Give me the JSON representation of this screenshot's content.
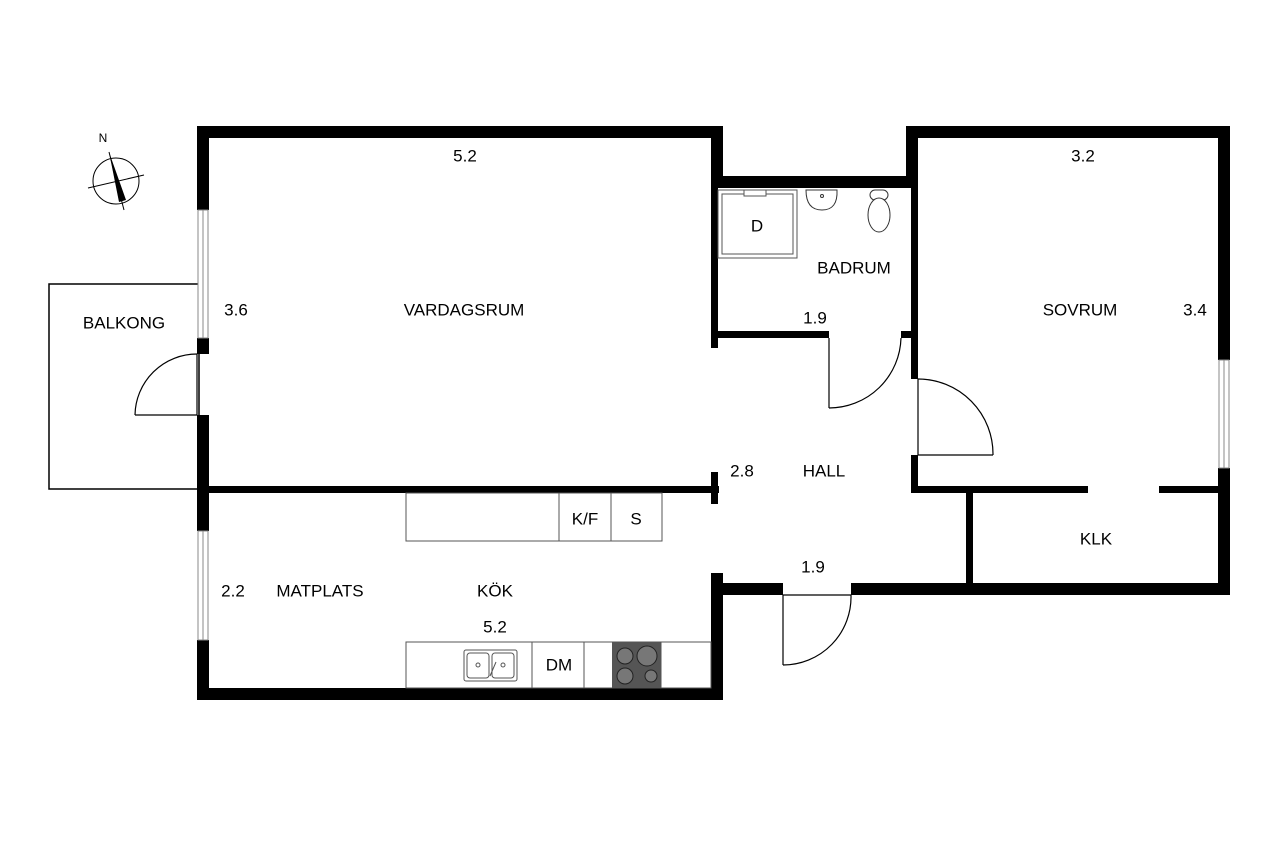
{
  "floorplan": {
    "compass": {
      "label": "N"
    },
    "rooms": {
      "vardagsrum": {
        "name": "VARDAGSRUM",
        "width": "5.2",
        "depth": "3.6"
      },
      "badrum": {
        "name": "BADRUM",
        "dim": "1.9",
        "shower_label": "D"
      },
      "sovrum": {
        "name": "SOVRUM",
        "width": "3.2",
        "depth": "3.4"
      },
      "balkong": {
        "name": "BALKONG"
      },
      "hall": {
        "name": "HALL",
        "dim_a": "2.8",
        "dim_b": "1.9"
      },
      "klk": {
        "name": "KLK"
      },
      "kok": {
        "name": "KÖK",
        "width": "5.2"
      },
      "matplats": {
        "name": "MATPLATS",
        "dim": "2.2"
      }
    },
    "appliances": {
      "fridge_freezer": "K/F",
      "cabinet": "S",
      "dishwasher": "DM"
    },
    "colors": {
      "wall": "#000000",
      "background": "#ffffff",
      "stove": "#555555"
    }
  }
}
